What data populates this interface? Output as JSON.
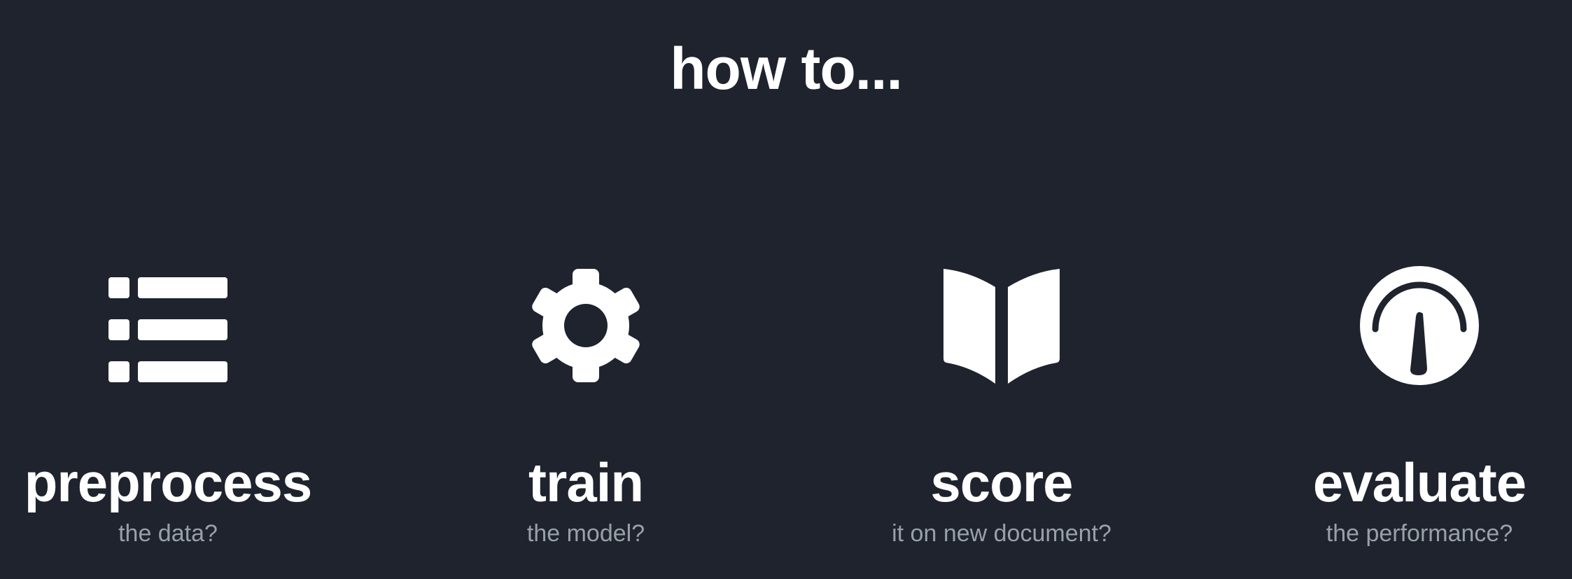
{
  "heading": "how to...",
  "steps": [
    {
      "icon": "list-icon",
      "label": "preprocess",
      "sub": "the data?"
    },
    {
      "icon": "gear-icon",
      "label": "train",
      "sub": "the model?"
    },
    {
      "icon": "book-icon",
      "label": "score",
      "sub": "it on new document?"
    },
    {
      "icon": "gauge-icon",
      "label": "evaluate",
      "sub": "the performance?"
    }
  ],
  "colors": {
    "background": "#1e232d",
    "foreground": "#ffffff",
    "subtext": "#9aa0a8"
  }
}
